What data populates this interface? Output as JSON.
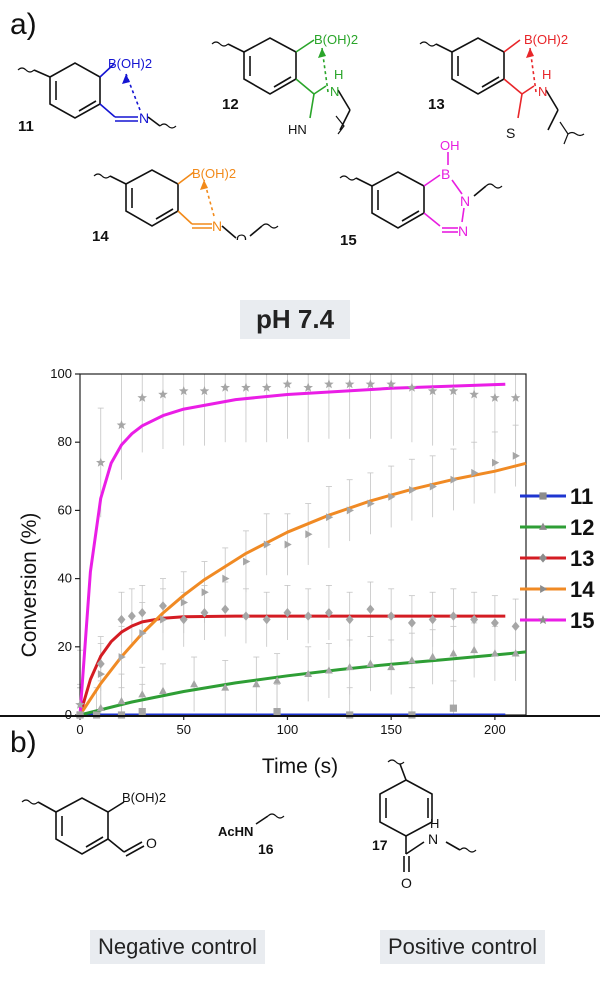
{
  "panel_a": {
    "label": "a)",
    "structures": [
      {
        "id": "11",
        "group": "B(OH)2",
        "color": "#1414d2"
      },
      {
        "id": "12",
        "group": "B(OH)2",
        "color": "#2aa52a",
        "nh": "H",
        "nh2": "N",
        "hn": "HN"
      },
      {
        "id": "13",
        "group": "B(OH)2",
        "color": "#e8262a",
        "nh": "H",
        "nh2": "N",
        "s": "S"
      },
      {
        "id": "14",
        "group": "B(OH)2",
        "color": "#f28a1a",
        "n": "N",
        "o": "O"
      },
      {
        "id": "15",
        "group": "OH",
        "b": "B",
        "n1": "N",
        "n2": "N",
        "color": "#e81ee0"
      }
    ]
  },
  "condition_label": "pH 7.4",
  "chart_data": {
    "type": "scatter",
    "xlabel": "Time (s)",
    "ylabel": "Conversion (%)",
    "xlim": [
      0,
      215
    ],
    "ylim": [
      0,
      100
    ],
    "xticks": [
      0,
      50,
      100,
      150,
      200
    ],
    "yticks": [
      0,
      20,
      40,
      60,
      80,
      100
    ],
    "legend_position": "right",
    "series": [
      {
        "name": "11",
        "color": "#1e35d0",
        "marker": "square",
        "x": [
          0,
          8,
          20,
          30,
          95,
          130,
          160,
          180
        ],
        "y": [
          0,
          0,
          0,
          1,
          1,
          0,
          0,
          2
        ],
        "fit_x": [
          0,
          205
        ],
        "fit_y": [
          0,
          0
        ]
      },
      {
        "name": "12",
        "color": "#2e9e35",
        "marker": "triangle",
        "x": [
          0,
          10,
          20,
          30,
          40,
          55,
          70,
          85,
          95,
          110,
          120,
          130,
          140,
          150,
          160,
          170,
          180,
          190,
          200,
          210
        ],
        "y": [
          0,
          2,
          4,
          6,
          7,
          9,
          8,
          9,
          10,
          12,
          13,
          14,
          15,
          14,
          16,
          17,
          18,
          19,
          18,
          18
        ],
        "fit_x": [
          0,
          25,
          50,
          75,
          100,
          125,
          150,
          175,
          205,
          215
        ],
        "fit_y": [
          0,
          3.8,
          6.9,
          9.4,
          11.5,
          13.3,
          14.9,
          16.2,
          17.9,
          18.5
        ]
      },
      {
        "name": "13",
        "color": "#d41c23",
        "marker": "diamond",
        "x": [
          0,
          10,
          20,
          25,
          30,
          40,
          50,
          60,
          70,
          80,
          90,
          100,
          110,
          120,
          130,
          140,
          150,
          160,
          170,
          180,
          190,
          200,
          210
        ],
        "y": [
          0,
          15,
          28,
          29,
          30,
          32,
          28,
          30,
          31,
          29,
          28,
          30,
          29,
          30,
          28,
          31,
          29,
          27,
          28,
          29,
          28,
          27,
          26
        ],
        "fit_x": [
          0,
          5,
          10,
          15,
          20,
          25,
          30,
          40,
          50,
          75,
          100,
          150,
          205
        ],
        "fit_y": [
          0,
          10.4,
          17.2,
          21.5,
          24.3,
          26.1,
          27.3,
          28.4,
          28.8,
          29,
          29,
          29,
          29
        ]
      },
      {
        "name": "14",
        "color": "#f08a24",
        "marker": "triangle-right",
        "x": [
          0,
          10,
          20,
          30,
          40,
          50,
          60,
          70,
          80,
          90,
          100,
          110,
          120,
          130,
          140,
          150,
          160,
          170,
          180,
          190,
          200,
          210
        ],
        "y": [
          0,
          12,
          17,
          24,
          28,
          33,
          36,
          40,
          45,
          50,
          50,
          53,
          58,
          60,
          62,
          64,
          66,
          67,
          69,
          71,
          74,
          76
        ],
        "fit_x": [
          0,
          10,
          20,
          30,
          40,
          50,
          60,
          80,
          100,
          120,
          140,
          160,
          180,
          200,
          215
        ],
        "fit_y": [
          0,
          9.2,
          17.1,
          23.9,
          29.9,
          35.1,
          39.7,
          47.4,
          53.6,
          58.6,
          62.8,
          66.2,
          69.1,
          71.5,
          73.8
        ]
      },
      {
        "name": "15",
        "color": "#ea1ee6",
        "marker": "star",
        "x": [
          0,
          10,
          20,
          30,
          40,
          50,
          60,
          70,
          80,
          90,
          100,
          110,
          120,
          130,
          140,
          150,
          160,
          170,
          180,
          190,
          200,
          210
        ],
        "y": [
          3,
          74,
          85,
          93,
          94,
          95,
          95,
          96,
          96,
          96,
          97,
          96,
          97,
          97,
          97,
          97,
          96,
          95,
          95,
          94,
          93,
          93
        ],
        "fit_x": [
          0,
          5,
          10,
          15,
          20,
          25,
          30,
          40,
          50,
          75,
          100,
          150,
          205
        ],
        "fit_y": [
          0,
          42,
          63.5,
          73.8,
          79.2,
          82.5,
          84.8,
          87.8,
          89.7,
          92.5,
          94,
          95.8,
          97
        ]
      }
    ]
  },
  "panel_b": {
    "label": "b)",
    "reagent_group": "B(OH)2",
    "acetyl_amine": "AcHN",
    "compound_16": "16",
    "compound_17": "17",
    "amide_h": "H",
    "amide_n": "N",
    "amide_o": "O",
    "o_aldehyde": "O",
    "negative_label": "Negative control",
    "positive_label": "Positive control"
  }
}
